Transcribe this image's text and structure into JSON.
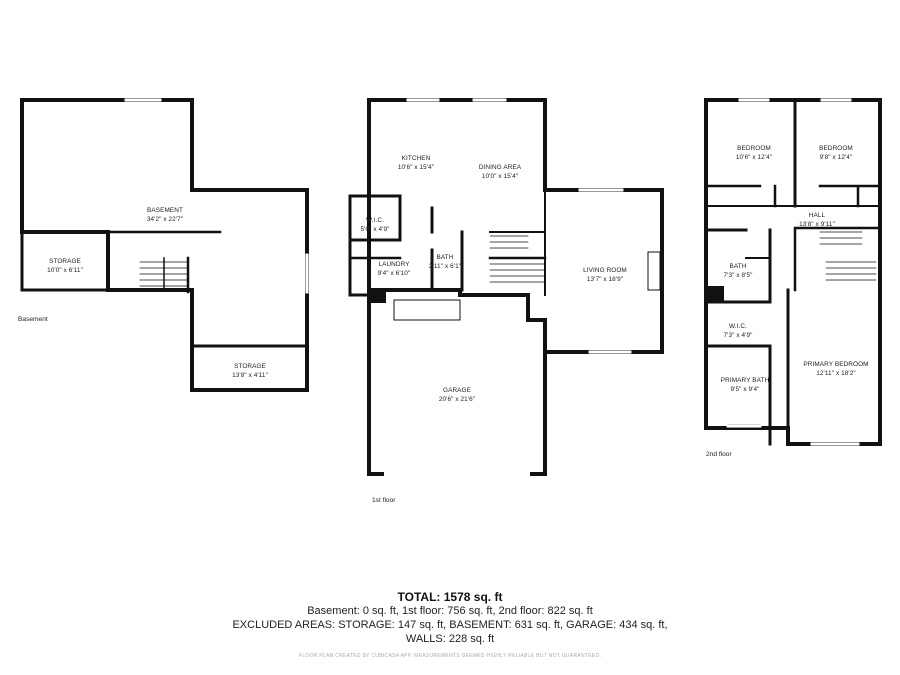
{
  "floors": [
    {
      "label": "Basement",
      "rooms": [
        {
          "name": "BASEMENT",
          "size": "34'2\" x 22'7\""
        },
        {
          "name": "STORAGE",
          "size": "10'0\" x 6'11\""
        },
        {
          "name": "STORAGE",
          "size": "13'8\" x 4'11\""
        }
      ]
    },
    {
      "label": "1st floor",
      "rooms": [
        {
          "name": "KITCHEN",
          "size": "10'6\" x 15'4\""
        },
        {
          "name": "DINING AREA",
          "size": "10'0\" x 15'4\""
        },
        {
          "name": "W.I.C.",
          "size": "5'0\" x 4'9\""
        },
        {
          "name": "LAUNDRY",
          "size": "9'4\" x 6'10\""
        },
        {
          "name": "BATH",
          "size": "2'11\" x 6'1\""
        },
        {
          "name": "LIVING ROOM",
          "size": "13'7\" x 18'9\""
        },
        {
          "name": "GARAGE",
          "size": "20'6\" x 21'6\""
        }
      ]
    },
    {
      "label": "2nd floor",
      "rooms": [
        {
          "name": "BEDROOM",
          "size": "10'6\" x 12'4\""
        },
        {
          "name": "BEDROOM",
          "size": "9'8\" x 12'4\""
        },
        {
          "name": "HALL",
          "size": "13'8\" x 9'11\""
        },
        {
          "name": "BATH",
          "size": "7'3\" x 8'5\""
        },
        {
          "name": "W.I.C.",
          "size": "7'3\" x 4'9\""
        },
        {
          "name": "PRIMARY BEDROOM",
          "size": "12'11\" x 18'2\""
        },
        {
          "name": "PRIMARY BATH",
          "size": "9'5\" x 9'4\""
        }
      ]
    }
  ],
  "summary": {
    "total": "TOTAL: 1578 sq. ft",
    "line1": "Basement: 0 sq. ft, 1st floor: 756 sq. ft, 2nd floor: 822 sq. ft",
    "line2": "EXCLUDED AREAS: STORAGE: 147 sq. ft, BASEMENT: 631 sq. ft, GARAGE: 434 sq. ft,",
    "line3": "WALLS: 228 sq. ft",
    "credit": "FLOOR PLAN CREATED BY CUBICASA APP. MEASUREMENTS DEEMED HIGHLY RELIABLE BUT NOT GUARANTEED."
  },
  "colors": {
    "wall": "#111111",
    "window": "#bbbbbb",
    "text": "#222222"
  }
}
